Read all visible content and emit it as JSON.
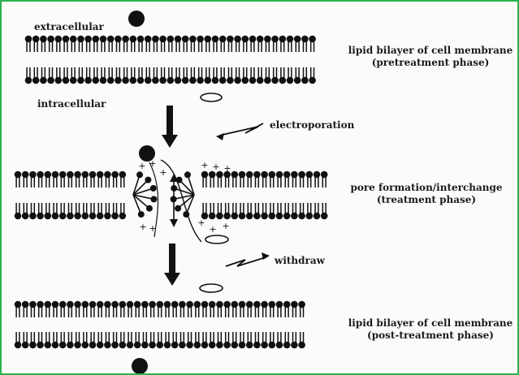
{
  "labels": {
    "extracellular": "extracellular",
    "intracellular": "intracellular",
    "electroporation": "electroporation",
    "withdraw": "withdraw"
  },
  "captions": {
    "pretreatment": {
      "line1": "lipid bilayer of cell membrane",
      "line2": "(pretreatment phase)"
    },
    "treatment": {
      "line1": "pore formation/interchange",
      "line2": "(treatment phase)"
    },
    "posttreatment": {
      "line1": "lipid bilayer of cell membrane",
      "line2": "(post-treatment phase)"
    }
  },
  "pore_charge_sign": "+",
  "ink_color": "#111111",
  "frame_color": "#2bb24c"
}
